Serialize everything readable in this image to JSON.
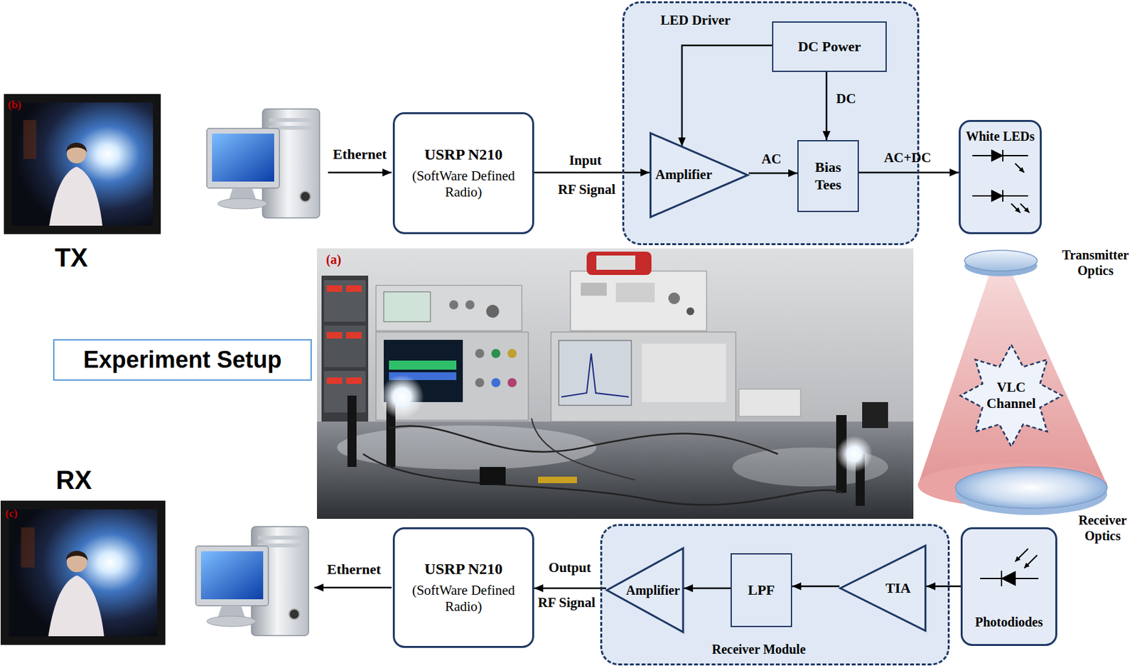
{
  "diagram": {
    "nodes": [
      {
        "text": [
          "USRP N210",
          "(SoftWare Defined Radio)"
        ]
      },
      {
        "text": [
          "LED Driver"
        ]
      },
      {
        "text": [
          "DC Power"
        ],
        "in": 1
      },
      {
        "text": [
          "Amplifier"
        ],
        "in": 1
      },
      {
        "text": [
          "Bias Tees"
        ],
        "in": 1
      },
      {
        "text": [
          "White LEDs"
        ]
      },
      {
        "text": [
          "Experiment Setup"
        ]
      },
      {
        "text": [
          "VLC Channel"
        ]
      },
      {
        "text": [
          "Receiver Module"
        ]
      },
      {
        "text": [
          "Amplifier"
        ],
        "in": 8
      },
      {
        "text": [
          "LPF"
        ],
        "in": 8
      },
      {
        "text": [
          "TIA"
        ],
        "in": 8
      },
      {
        "text": [
          "Photodiodes"
        ]
      },
      {
        "text": [
          "USRP N210",
          "(SoftWare Defined Radio)"
        ]
      }
    ],
    "edges": [
      {
        "from": 0,
        "to": 3,
        "arrow": "to"
      },
      {
        "from": 2,
        "to": 3,
        "arrow": "to"
      },
      {
        "from": 2,
        "to": 4,
        "label": "DC",
        "arrow": "to"
      },
      {
        "from": 3,
        "to": 4,
        "label": "AC",
        "arrow": "to"
      },
      {
        "from": 4,
        "to": 5,
        "label": "AC+DC",
        "arrow": "to"
      },
      {
        "from": 12,
        "to": 11,
        "arrow": "to"
      },
      {
        "from": 11,
        "to": 10,
        "arrow": "to"
      },
      {
        "from": 10,
        "to": 9,
        "arrow": "to"
      },
      {
        "from": 9,
        "to": 13,
        "arrow": "to"
      }
    ],
    "labels": [
      "(b)",
      "TX",
      "Ethernet",
      "Input",
      "RF Signal",
      "Transmitter Optics",
      "(a)",
      "RX",
      "(c)",
      "Receiver Optics",
      "Output",
      "RF Signal",
      "Ethernet"
    ]
  }
}
